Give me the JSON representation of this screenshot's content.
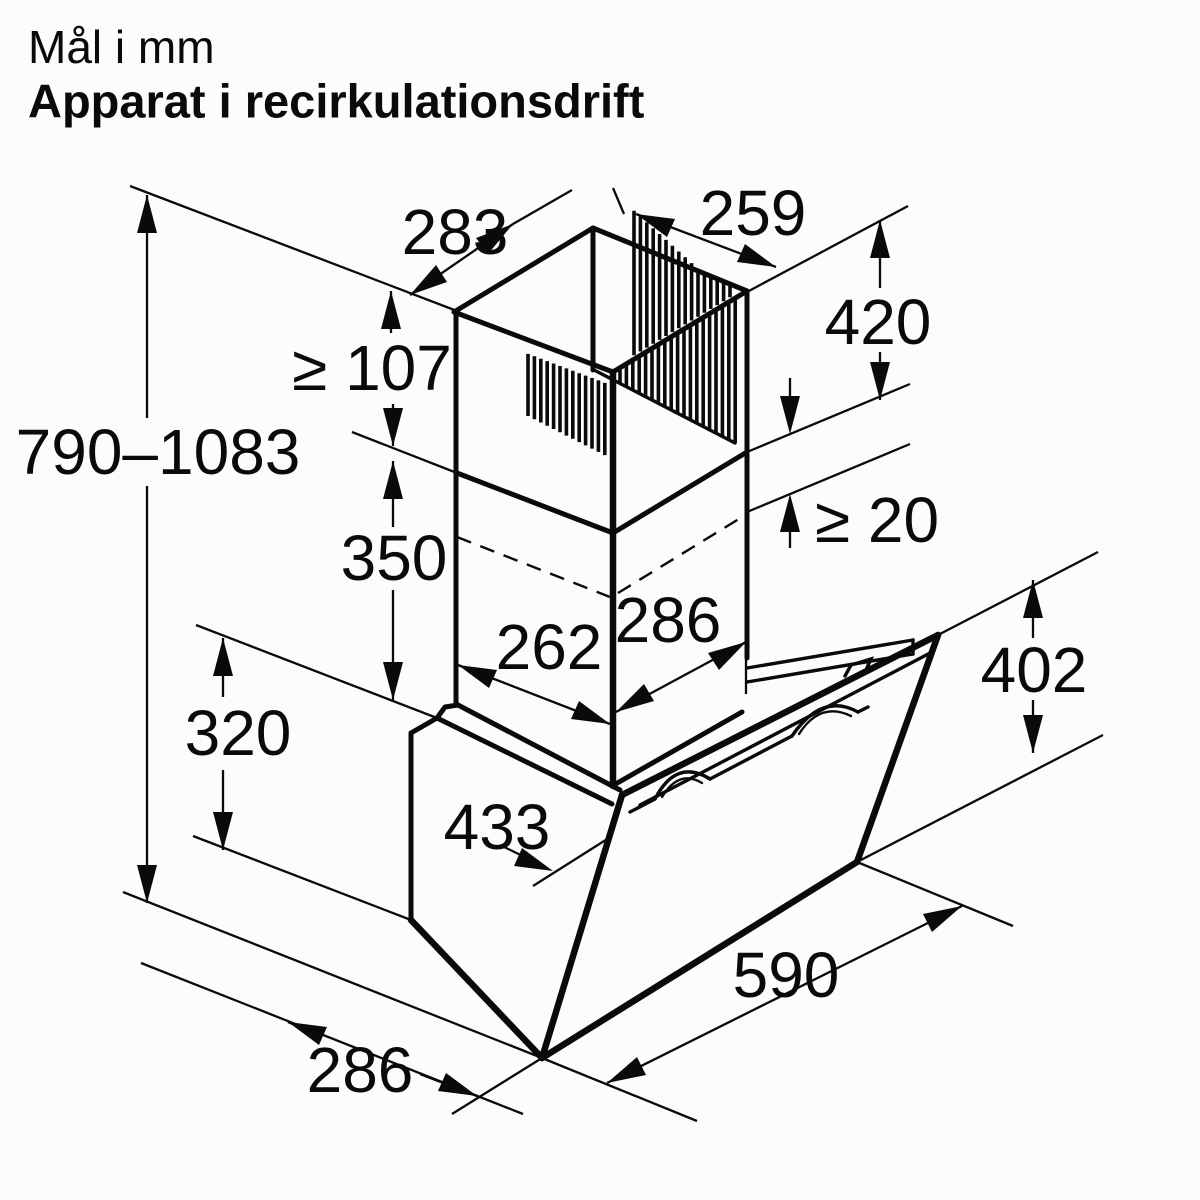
{
  "title": {
    "line1": "Mål i mm",
    "line2": "Apparat i recirkulationsdrift"
  },
  "figure": {
    "kind": "isometric technical line drawing",
    "subject": "wall-mounted cooker hood, recirculation mode",
    "line_color": "#0a0a0a",
    "background": "#fcfcfc"
  },
  "dims": {
    "total_height": {
      "label": "790–1083",
      "meaning": "overall height range"
    },
    "chimney_top_width": {
      "label": "283",
      "meaning": "chimney top width"
    },
    "chimney_top_depth": {
      "label": "259",
      "meaning": "chimney top depth"
    },
    "upper_duct_height": {
      "label": "420",
      "meaning": "upper chimney section height"
    },
    "min_clearance": {
      "label": "≥ 107",
      "meaning": "minimum upper section visible height"
    },
    "lower_duct_height": {
      "label": "350",
      "meaning": "lower chimney section height"
    },
    "min_overlap": {
      "label": "≥ 20",
      "meaning": "minimum telescopic overlap"
    },
    "chimney_bottom_depth": {
      "label": "286",
      "meaning": "chimney depth at bottom"
    },
    "chimney_bottom_width": {
      "label": "262",
      "meaning": "chimney width at bottom"
    },
    "body_height": {
      "label": "320",
      "meaning": "hood body height at wall"
    },
    "glass_diagonal": {
      "label": "433",
      "meaning": "glass panel slant length"
    },
    "front_drop": {
      "label": "402",
      "meaning": "front panel vertical drop"
    },
    "hood_width": {
      "label": "590",
      "meaning": "hood width"
    },
    "bottom_projection": {
      "label": "286",
      "meaning": "projection from wall at bottom"
    }
  }
}
